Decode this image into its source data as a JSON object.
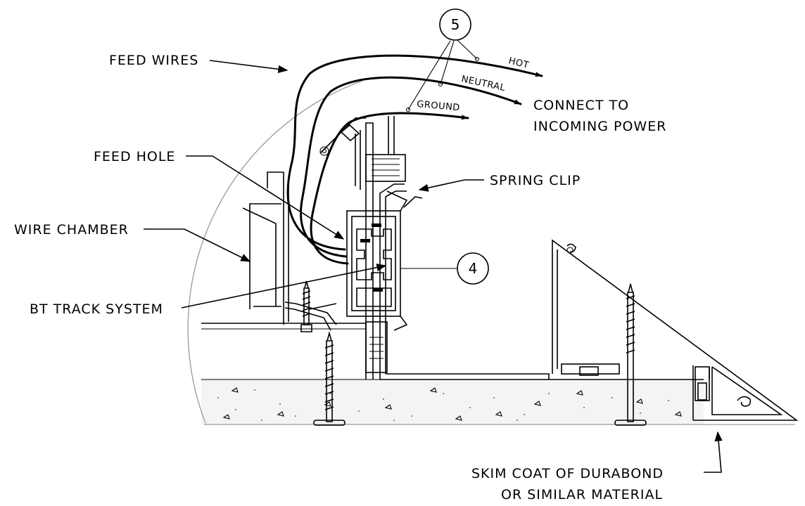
{
  "labels": {
    "feed_wires": "FEED WIRES",
    "feed_hole": "FEED HOLE",
    "wire_chamber": "WIRE CHAMBER",
    "bt_track_system": "BT TRACK SYSTEM",
    "spring_clip": "SPRING CLIP",
    "connect_line1": "CONNECT TO",
    "connect_line2": "INCOMING POWER",
    "skim_line1": "SKIM COAT OF DURABOND",
    "skim_line2": "OR SIMILAR MATERIAL"
  },
  "wires": {
    "hot": "HOT",
    "neutral": "NEUTRAL",
    "ground": "GROUND"
  },
  "callouts": {
    "five": "5",
    "four": "4"
  }
}
